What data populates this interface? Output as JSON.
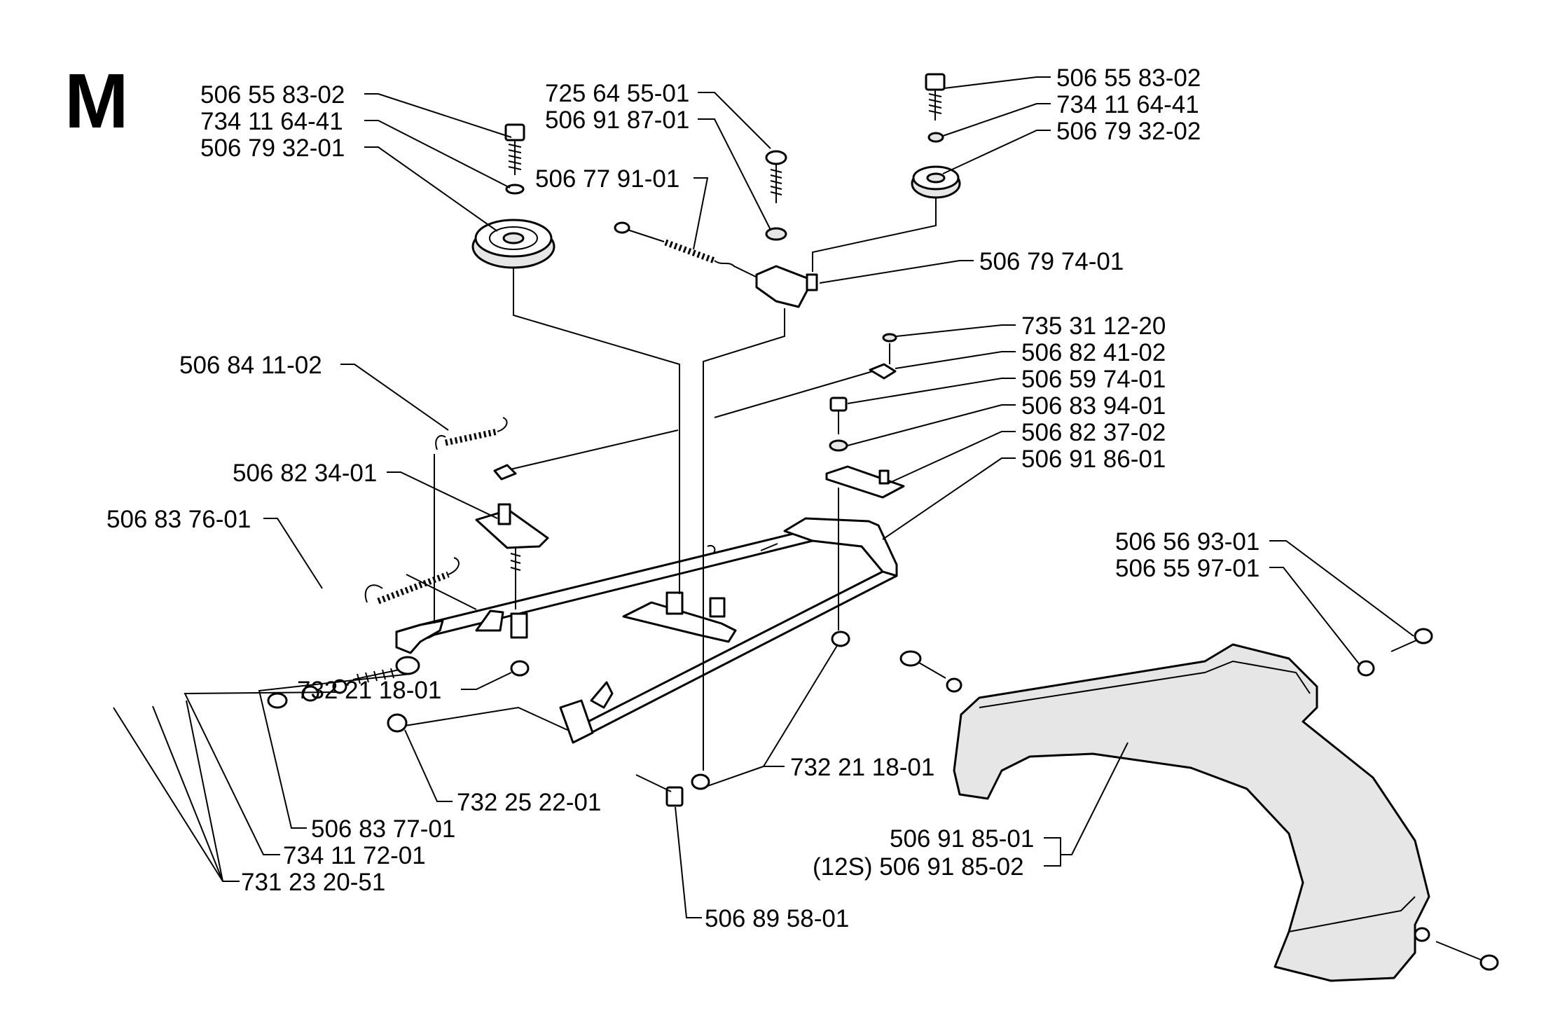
{
  "section_letter": "M",
  "labels": {
    "l01": "506 55 83-02",
    "l02": "734 11 64-41",
    "l03": "506 79 32-01",
    "l04": "725 64 55-01",
    "l05": "506 91 87-01",
    "l06": "506 77 91-01",
    "l07": "506 55 83-02",
    "l08": "734 11 64-41",
    "l09": "506 79 32-02",
    "l10": "506 79 74-01",
    "l11": "735 31 12-20",
    "l12": "506 82 41-02",
    "l13": "506 59 74-01",
    "l14": "506 83 94-01",
    "l15": "506 82 37-02",
    "l16": "506 91 86-01",
    "l17": "506 84 11-02",
    "l18": "506 82 34-01",
    "l19": "506 83 76-01",
    "l20": "732 21 18-01",
    "l21": "732 21 18-01",
    "l22": "732 25 22-01",
    "l23": "506 83 77-01",
    "l24": "734 11 72-01",
    "l25": "731 23 20-51",
    "l26": "506 89 58-01",
    "l27": "506 56 93-01",
    "l28": "506 55 97-01",
    "l29": "506 91 85-01",
    "l30": "(12S) 506 91 85-02"
  }
}
